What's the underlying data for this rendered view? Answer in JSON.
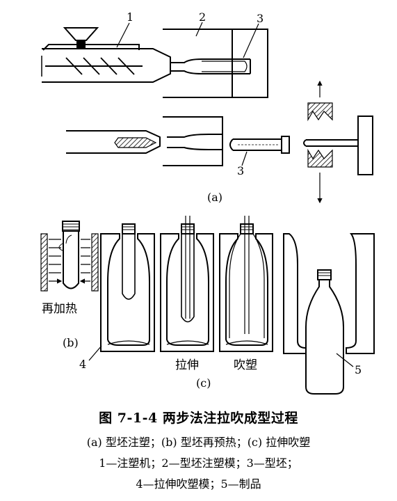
{
  "figure": {
    "callouts": {
      "n1": "1",
      "n2": "2",
      "n3a": "3",
      "n3b": "3",
      "n4": "4",
      "n5": "5"
    },
    "panels": {
      "a": "(a)",
      "b": "(b)",
      "c": "(c)"
    },
    "labels": {
      "reheat": "再加热",
      "stretch": "拉伸",
      "blow": "吹塑"
    }
  },
  "caption": {
    "title": "图 7-1-4   两步法注拉吹成型过程",
    "line1": "(a) 型坯注塑；(b) 型坯再预热；(c) 拉伸吹塑",
    "line2": "1—注塑机；2—型坯注塑模；3—型坯；",
    "line3": "4—拉伸吹塑模；5—制品"
  }
}
